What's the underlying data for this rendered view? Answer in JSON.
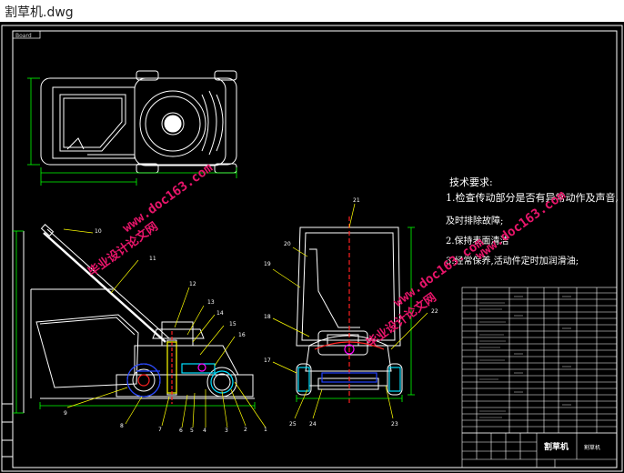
{
  "window": {
    "title": "割草机.dwg"
  },
  "drawing": {
    "sheet_tag": "Board",
    "tech_title": "技术要求:",
    "tech_items": [
      "1.检查传动部分是否有异常动作及声音,",
      "及时排除故障;",
      "2.保持表面清洁",
      "3.经常保养,活动件定时加润滑油;"
    ],
    "part_callouts": [
      "1",
      "2",
      "3",
      "4",
      "5",
      "6",
      "7",
      "8",
      "9",
      "10",
      "11",
      "12",
      "13",
      "14",
      "15",
      "16",
      "17",
      "18",
      "19",
      "20",
      "21",
      "22",
      "23",
      "24",
      "25"
    ],
    "title_block": {
      "name": "割草机"
    }
  },
  "watermarks": {
    "text_cn": "毕业设计论文网",
    "text_url": "www.doc163.com"
  },
  "colors": {
    "background": "#000000",
    "outline": "#ffffff",
    "dimension": "#00ff00",
    "leader": "#ffff00",
    "centerline": "#ff2020",
    "hidden": "#ff00ff",
    "blue_part": "#2040ff",
    "cyan_part": "#00e0ff",
    "watermark": "#e8156a"
  }
}
